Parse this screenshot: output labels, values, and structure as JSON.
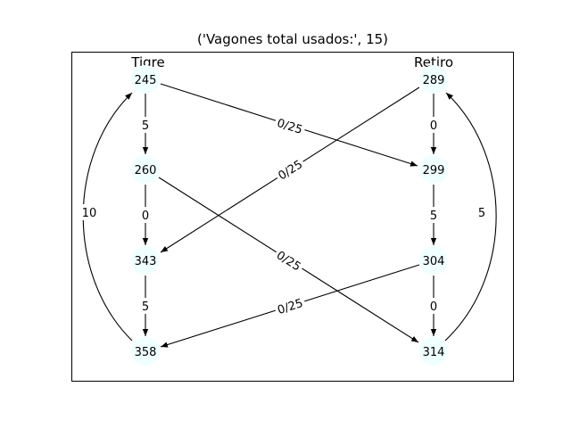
{
  "title": "('Vagones total usados:', 15)",
  "stations": {
    "left": "Tigre",
    "right": "Retiro"
  },
  "nodes": {
    "n245": "245",
    "n260": "260",
    "n343": "343",
    "n358": "358",
    "n289": "289",
    "n299": "299",
    "n304": "304",
    "n314": "314"
  },
  "edges": {
    "e245_260": "5",
    "e260_343": "0",
    "e343_358": "5",
    "e289_299": "0",
    "e299_304": "5",
    "e304_314": "0",
    "e245_299": "0/25",
    "e289_343": "0/25",
    "e260_314": "0/25",
    "e304_358": "0/25",
    "e358_245": "10",
    "e314_289": "5"
  },
  "colors": {
    "node_fill": "#f0ffff",
    "edge": "#000000"
  }
}
